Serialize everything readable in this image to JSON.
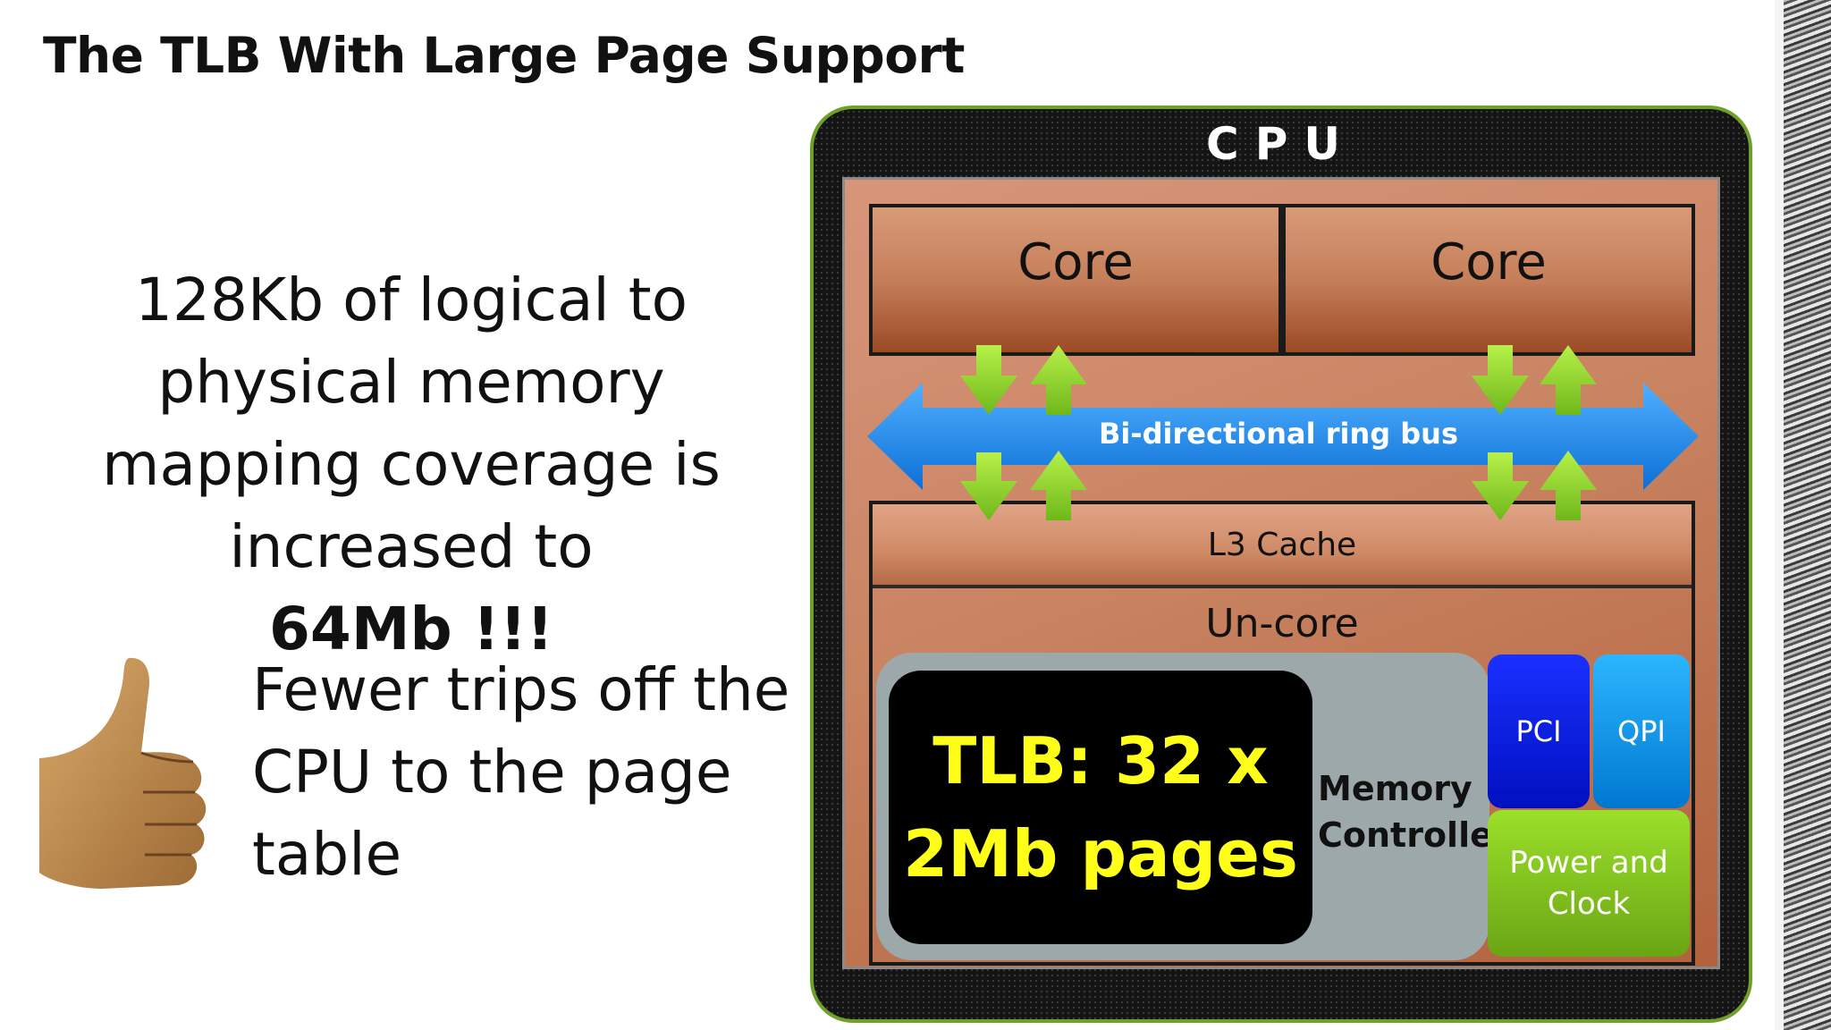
{
  "slide": {
    "title": "The TLB With Large Page Support",
    "mapping_text": "128Kb of logical to physical memory mapping coverage is increased to",
    "mapping_bold": "64Mb !!!",
    "trips_text": "Fewer trips off the CPU to the page table"
  },
  "diagram": {
    "cpu_label": "CPU",
    "core_left": "Core",
    "core_right": "Core",
    "bus_label": "Bi-directional ring bus",
    "l3_label": "L3 Cache",
    "uncore_label": "Un-core",
    "tlb_label": "TLB: 32 x 2Mb pages",
    "memory_controller_label": "Memory Controller",
    "pci_label": "PCI",
    "qpi_label": "QPI",
    "power_label": "Power and Clock"
  },
  "colors": {
    "tlb_text": "#ffff1a",
    "bus": "#1e88e5",
    "arrows": "#8fd62a",
    "border_green": "#6fa12a"
  }
}
